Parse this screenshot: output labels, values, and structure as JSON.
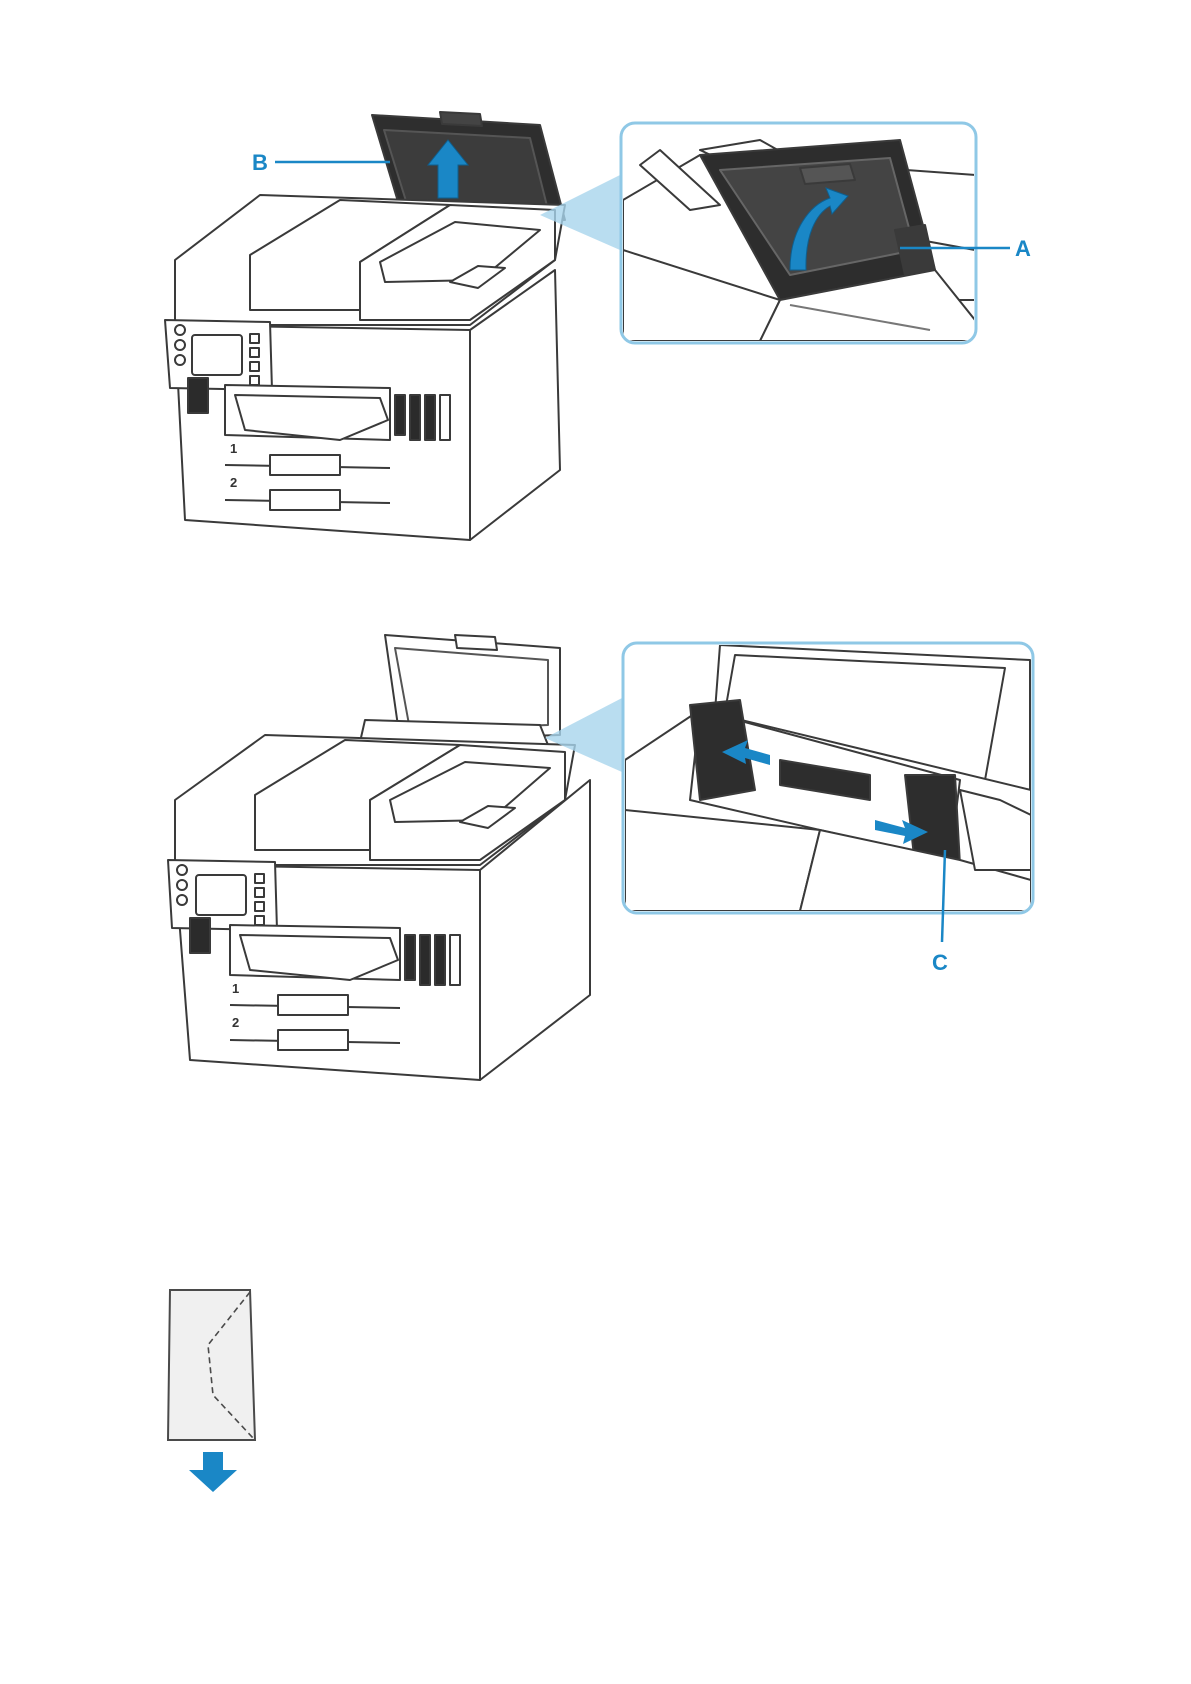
{
  "figure1": {
    "callout_a": "A",
    "callout_b": "B",
    "tray_1": "1",
    "tray_2": "2"
  },
  "figure2": {
    "callout_c": "C",
    "tray_1": "1",
    "tray_2": "2"
  },
  "figure3": {
    "arrow_icon": "arrow-down-icon",
    "envelope_icon": "envelope-icon"
  },
  "colors": {
    "accent": "#1a87c6",
    "zoom_border": "#8fc8e6",
    "line": "#3a3a3a",
    "dark_part": "#2b2b2b"
  }
}
